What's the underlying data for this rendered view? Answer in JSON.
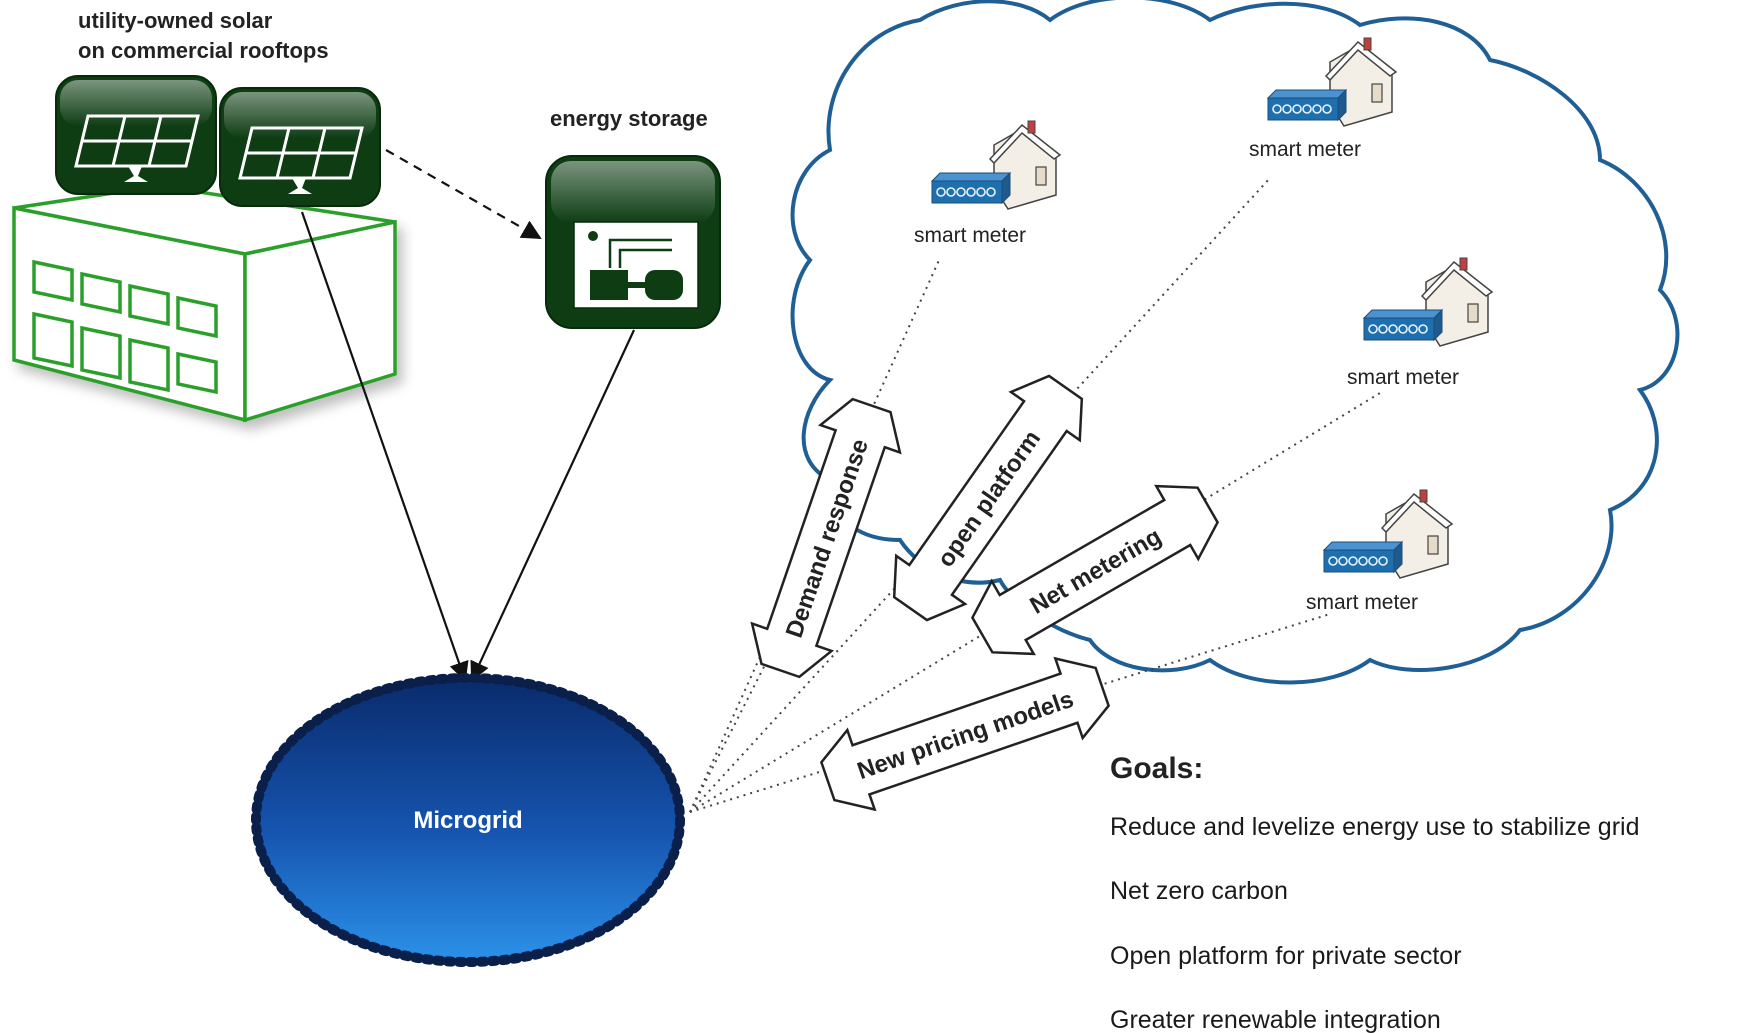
{
  "labels": {
    "solar": [
      "utility-owned solar",
      "on commercial rooftops"
    ],
    "storage": "energy storage",
    "microgrid": "Microgrid",
    "meter": "smart meter"
  },
  "arrows": {
    "demand_response": "Demand response",
    "open_platform": "open platform",
    "net_metering": "Net metering",
    "pricing": "New pricing models"
  },
  "goals": {
    "heading": "Goals:",
    "items": [
      "Reduce and levelize energy use to stabilize grid",
      "Net zero carbon",
      "Open platform for private sector",
      "Greater renewable integration"
    ]
  },
  "colors": {
    "solar_panel_bg": "#0e3d14",
    "building": "#2aa02a",
    "microgrid_top": "#0a2c6e",
    "microgrid_bottom": "#2b8fe6",
    "cloud_stroke": "#1f5f95",
    "meter_blue": "#1e6fae"
  }
}
